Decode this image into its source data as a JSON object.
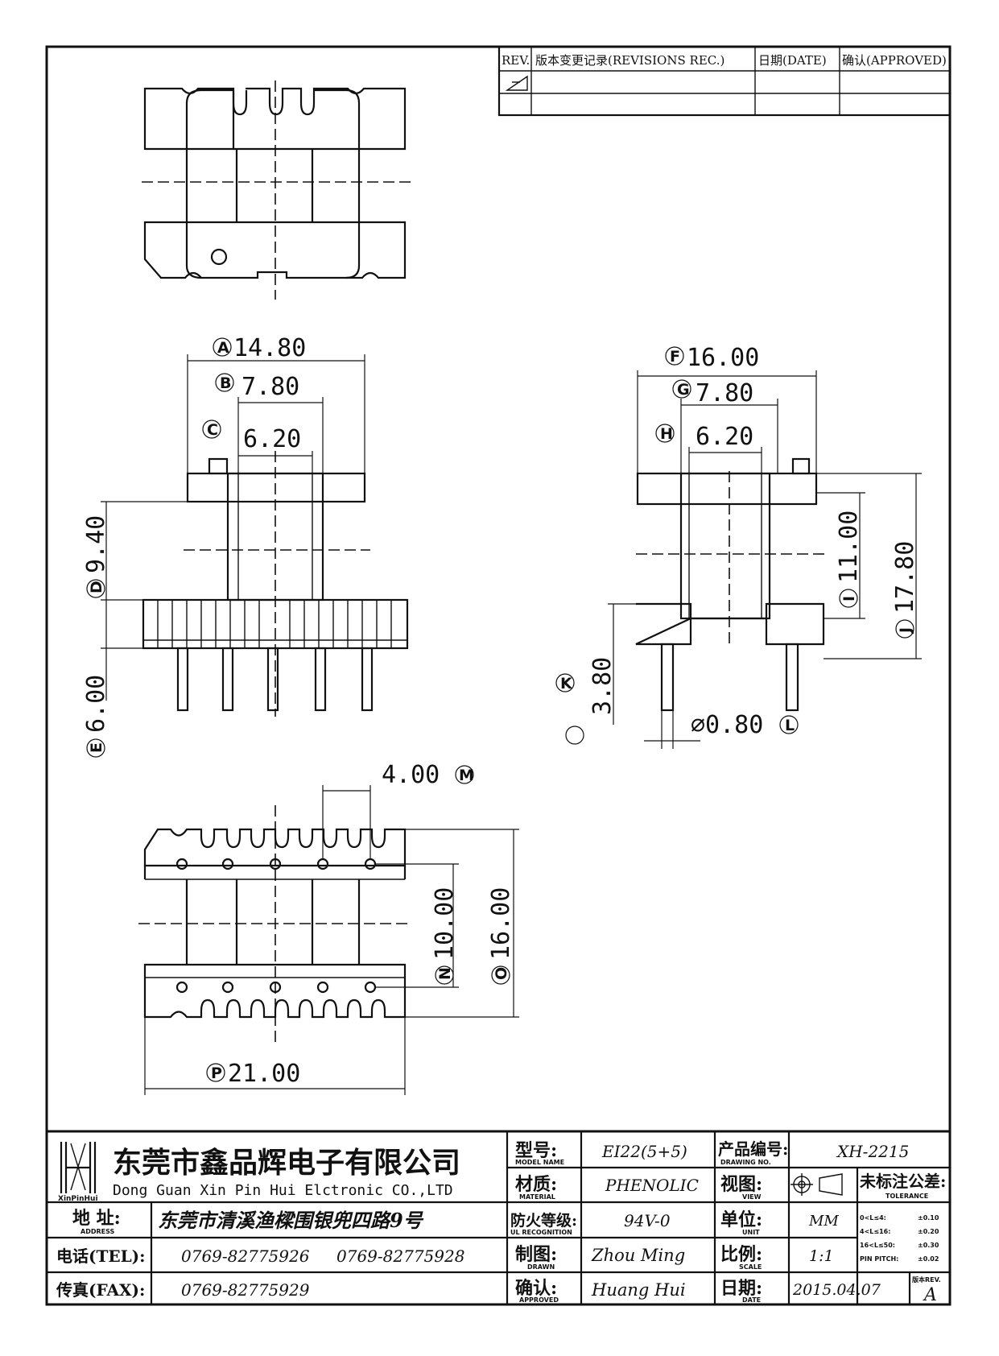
{
  "revision_table": {
    "headers": {
      "rev": "REV.",
      "record": "版本变更记录(REVISIONS REC.)",
      "date": "日期(DATE)",
      "approved": "确认(APPROVED)"
    }
  },
  "dimensions": {
    "A": "14.80",
    "B": "7.80",
    "C": "6.20",
    "D": "9.40",
    "E": "6.00",
    "F": "16.00",
    "G": "7.80",
    "H": "6.20",
    "I": "11.00",
    "J": "17.80",
    "K": "3.80",
    "L": "⌀0.80",
    "M": "4.00",
    "N": "10.00",
    "O": "16.00",
    "P": "21.00"
  },
  "title_block": {
    "company_cn": "东莞市鑫品辉电子有限公司",
    "company_en": "Dong Guan Xin Pin Hui Elctronic CO.,LTD",
    "logo_text": "XinPinHui",
    "address_label": "地 址:",
    "address_label_en": "ADDRESS",
    "address": "东莞市清溪渔樑围银兜四路9号",
    "tel_label": "电话(TEL):",
    "tel1": "0769-82775926",
    "tel2": "0769-82775928",
    "fax_label": "传真(FAX):",
    "fax": "0769-82775929",
    "model_label": "型号:",
    "model_label_en": "MODEL NAME",
    "model": "EI22(5+5)",
    "material_label": "材质:",
    "material_label_en": "MATERIAL",
    "material": "PHENOLIC",
    "fire_label": "防火等级:",
    "fire_label_en": "UL RECOGNITION",
    "fire": "94V-0",
    "drawn_label": "制图:",
    "drawn_label_en": "DRAWN",
    "drawn": "Zhou Ming",
    "approved_label": "确认:",
    "approved_label_en": "APPROVED",
    "approved": "Huang Hui",
    "drawing_no_label": "产品编号:",
    "drawing_no_label_en": "DRAWING NO.",
    "drawing_no": "XH-2215",
    "view_label": "视图:",
    "view_label_en": "VIEW",
    "unit_label": "单位:",
    "unit_label_en": "UNIT",
    "unit": "MM",
    "scale_label": "比例:",
    "scale_label_en": "SCALE",
    "scale": "1:1",
    "date_label": "日期:",
    "date_label_en": "DATE",
    "date": "2015.04.07",
    "tolerance_title": "未标注公差:",
    "tolerance_en": "TOLERANCE",
    "tolerances": [
      {
        "range": "0<L≤4:",
        "value": "±0.10"
      },
      {
        "range": "4<L≤16:",
        "value": "±0.20"
      },
      {
        "range": "16<L≤50:",
        "value": "±0.30"
      },
      {
        "range": "PIN PITCH:",
        "value": "±0.02"
      }
    ],
    "rev_label": "版本REV.",
    "rev": "A"
  }
}
